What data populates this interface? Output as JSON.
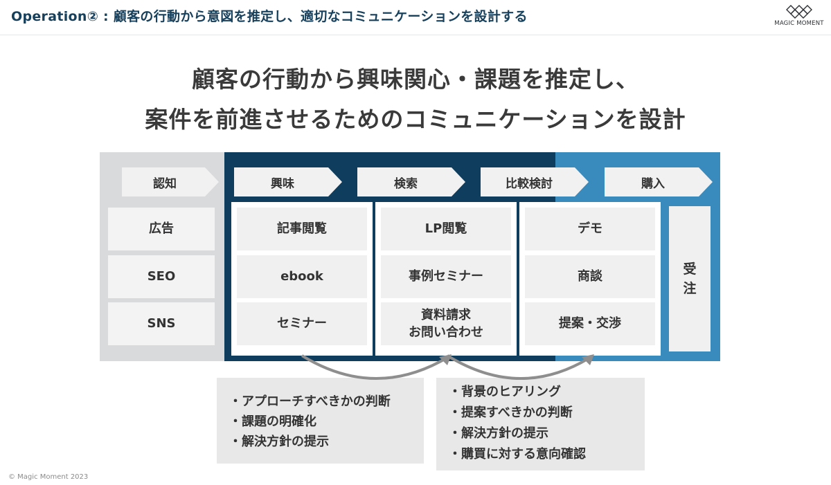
{
  "header": {
    "title": "Operation② : 顧客の行動から意図を推定し、適切なコミュニケーションを設計する",
    "logo_text": "MAGIC MOMENT"
  },
  "headline": {
    "line1": "顧客の行動から興味関心・課題を推定し、",
    "line2": "案件を前進させるためのコミュニケーションを設計"
  },
  "stages": [
    "認知",
    "興味",
    "検索",
    "比較検討",
    "購入"
  ],
  "columns": {
    "awareness": [
      "広告",
      "SEO",
      "SNS"
    ],
    "interest": [
      "記事閲覧",
      "ebook",
      "セミナー"
    ],
    "search": [
      "LP閲覧",
      "事例セミナー",
      "資料請求",
      "お問い合わせ"
    ],
    "compare": [
      "デモ",
      "商談",
      "提案・交渉"
    ],
    "order": "受注"
  },
  "notes": {
    "left": [
      "・アプローチすべきかの判断",
      "・課題の明確化",
      "・解決方針の提示"
    ],
    "right": [
      "・背景のヒアリング",
      "・提案すべきかの判断",
      "・解決方針の提示",
      "・購買に対する意向確認"
    ]
  },
  "footer": "© Magic Moment 2023",
  "colors": {
    "navy": "#0f3d5e",
    "blue": "#3a8bbd",
    "gray": "#d9dadc",
    "title": "#17405c"
  }
}
